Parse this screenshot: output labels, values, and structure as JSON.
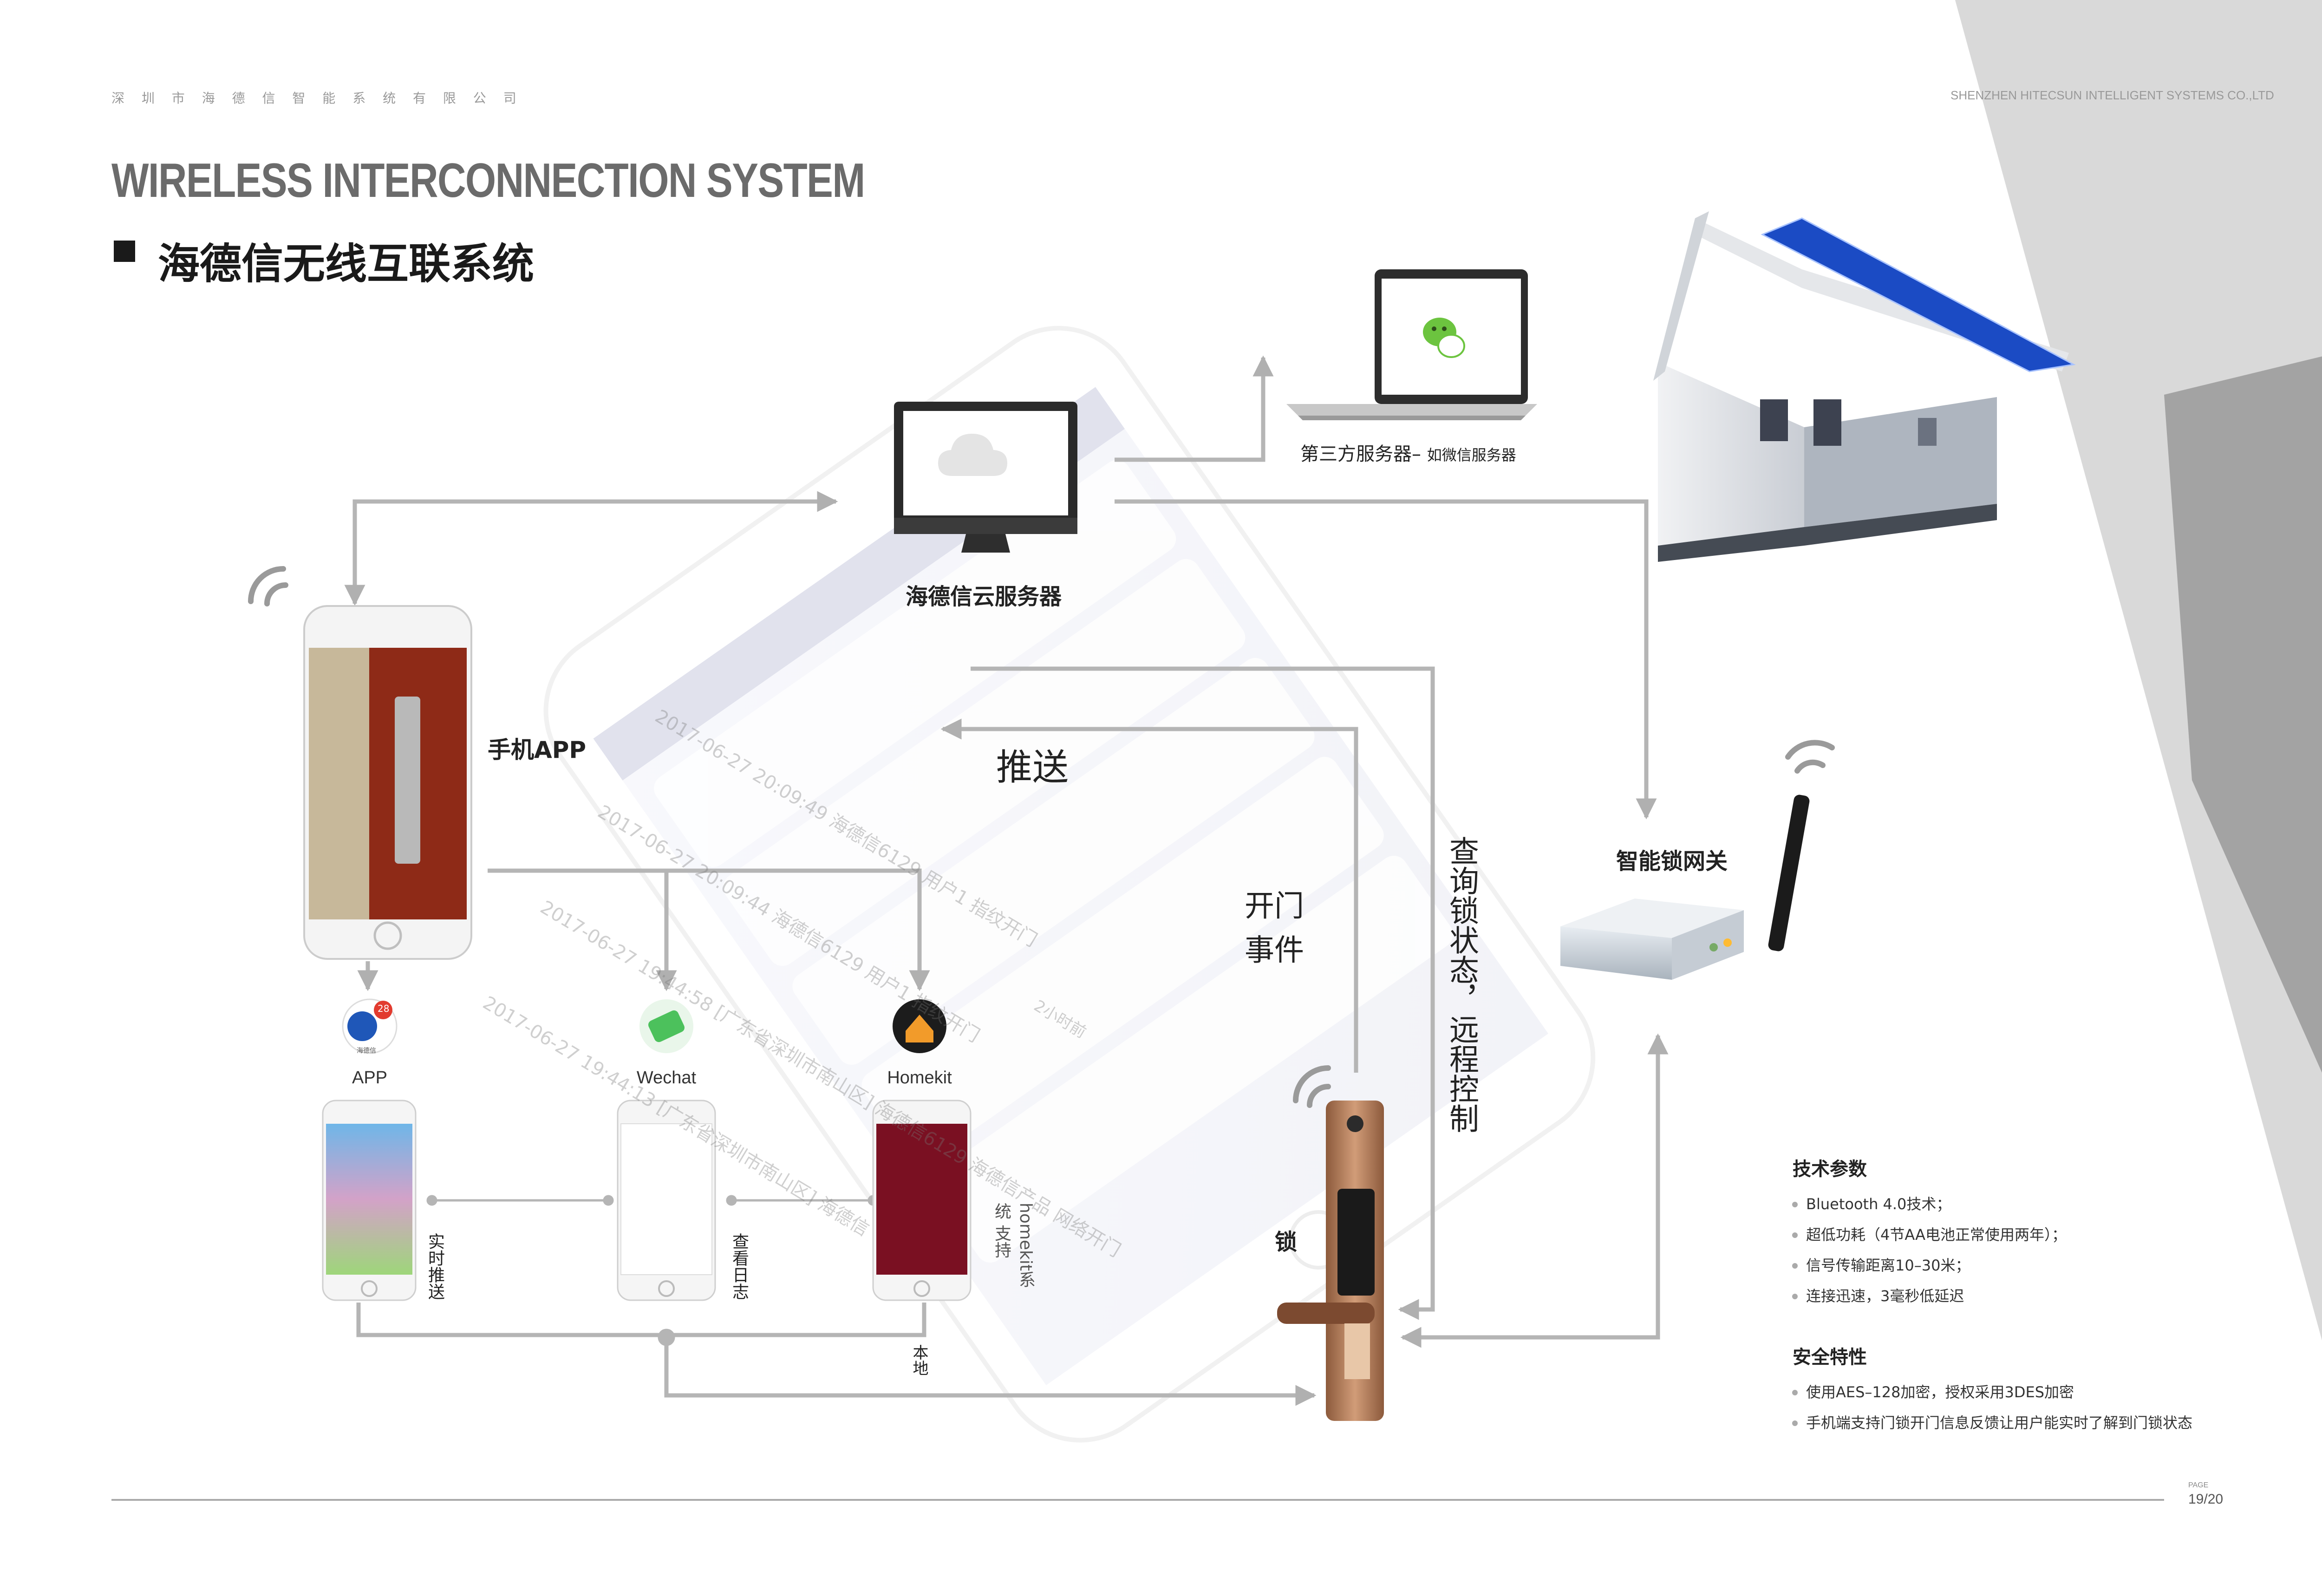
{
  "header": {
    "company_cn": "深 圳 市 海 德 信 智 能 系 统 有 限 公 司",
    "company_en": "SHENZHEN HITECSUN INTELLIGENT SYSTEMS CO.,LTD",
    "title_en": "WIRELESS INTERCONNECTION SYSTEM",
    "title_cn": "海德信无线互联系统"
  },
  "nodes": {
    "cloud_server": "海德信云服务器",
    "third_party": {
      "label": "第三方服务器–",
      "note": "如微信服务器"
    },
    "phone_app": "手机APP",
    "gateway": "智能锁网关",
    "lock": "锁"
  },
  "apps": [
    {
      "name": "APP",
      "badge": "28",
      "icon_caption": "海德信"
    },
    {
      "name": "Wechat"
    },
    {
      "name": "Homekit"
    }
  ],
  "flow_labels": {
    "push": "推送",
    "door_event": [
      "开门",
      "事件"
    ],
    "query": "查询锁状态，远程控制",
    "local": "本地",
    "realtime_push": "实时推送",
    "view_log": "查看日志",
    "homekit_support": "homekit系统 支持"
  },
  "specs": {
    "tech_title": "技术参数",
    "tech_items": [
      "Bluetooth 4.0技术；",
      "超低功耗（4节AA电池正常使用两年）；",
      "信号传输距离10–30米；",
      "连接迅速，3毫秒低延迟"
    ],
    "security_title": "安全特性",
    "security_items": [
      "使用AES–128加密，授权采用3DES加密",
      "手机端支持门锁开门信息反馈让用户能实时了解到门锁状态"
    ]
  },
  "background_phone": {
    "log_lines": [
      "2017-06-27 20:09:49 海德信6129 用户1 指纹开门",
      "2017-06-27 20:09:44 海德信6129 用户1 指纹开门",
      "2017-06-27 19:44:58 [广东省深圳市南山区] 海德信6129 海德信产品 网络开门",
      "2017-06-27 19:44:13 [广东省深圳市南山区] 海德信",
      "2小时前"
    ]
  },
  "footer": {
    "page_label": "PAGE",
    "page_number": "19/20"
  },
  "colors": {
    "line": "#b5b5b5",
    "title": "#6b6b6b",
    "corner_gray": "#d9d9d9",
    "corner_dark": "#9a9a9a",
    "wood": "#8e2a17",
    "lock_bronze": "#b07a55",
    "solar_blue": "#1b4bc4"
  }
}
